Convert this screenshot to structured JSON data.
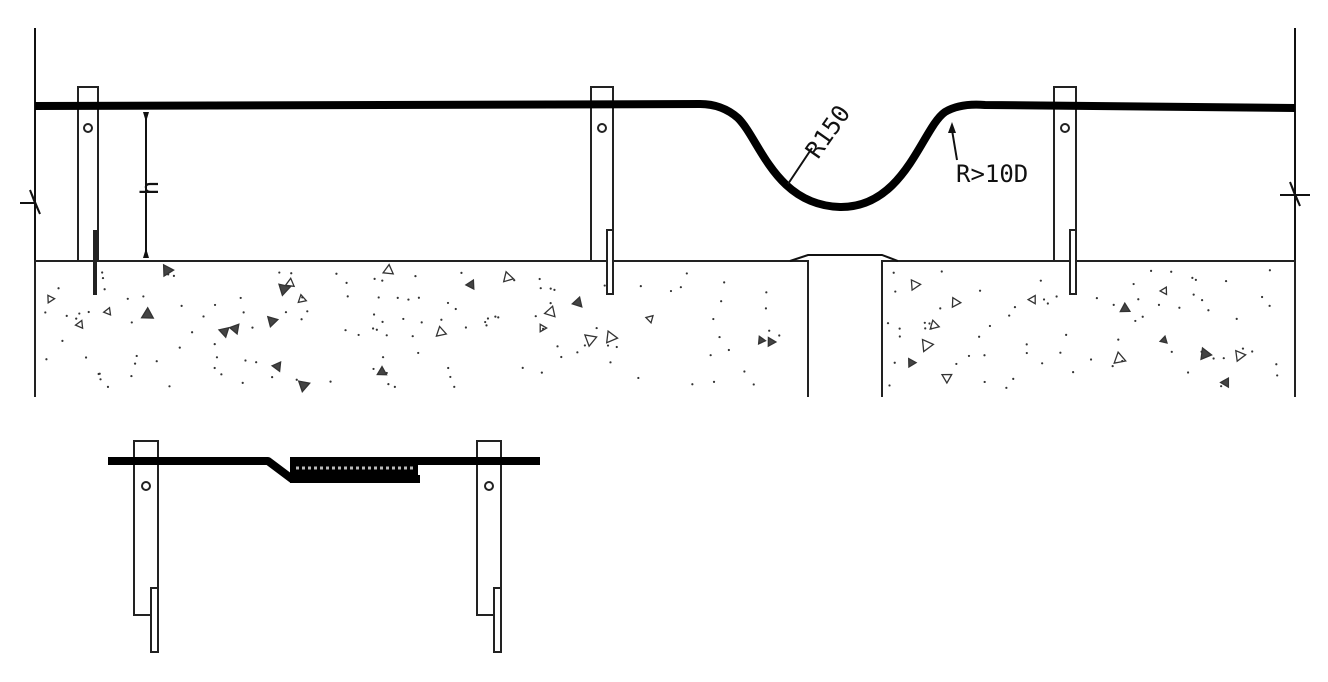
{
  "labels": {
    "radius_bend": "R150",
    "radius_min": "R>10D",
    "height": "h"
  },
  "colors": {
    "line": "#000000",
    "background": "#ffffff"
  }
}
